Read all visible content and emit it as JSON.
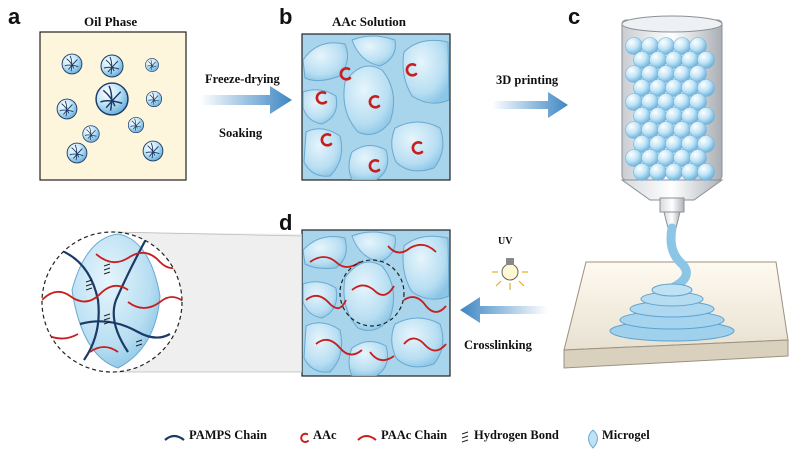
{
  "panels": {
    "a": {
      "letter": "a",
      "title": "Oil Phase"
    },
    "b": {
      "letter": "b",
      "title": "AAc Solution"
    },
    "c": {
      "letter": "c"
    },
    "d": {
      "letter": "d"
    }
  },
  "arrows": {
    "ab_top": "Freeze-drying",
    "ab_bottom": "Soaking",
    "bc": "3D printing",
    "cd": "Crosslinking",
    "uv": "UV"
  },
  "legend": {
    "pamps": "PAMPS Chain",
    "aac": "AAc",
    "paac": "PAAc Chain",
    "hbond": "Hydrogen Bond",
    "microgel": "Microgel"
  },
  "colors": {
    "microgel_fill": "#bfe3f5",
    "background_blue": "#a8d4ec",
    "pamps": "#1c3a66",
    "aac": "#c81e1e",
    "arrow": "#4a90c8"
  }
}
